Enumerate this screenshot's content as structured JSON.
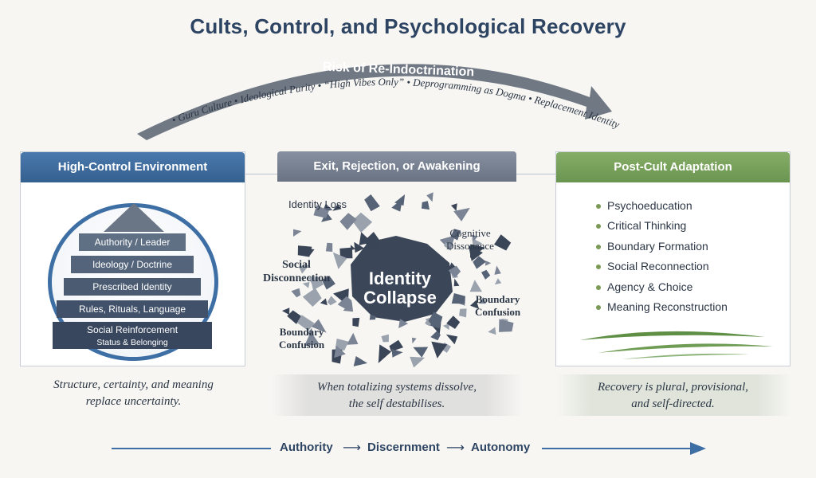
{
  "title": "Cults, Control, and Psychological Recovery",
  "arc": {
    "label": "Risk of Re-Indoctrination",
    "path_text": "• Guru Culture • Ideological Purity • “High Vibes Only” • Deprogramming as Dogma • Replacement Identity"
  },
  "panels": [
    {
      "title": "High-Control Environment"
    },
    {
      "title": "Exit, Rejection, or Awakening"
    },
    {
      "title": "Post-Cult Adaptation"
    }
  ],
  "pyramid": {
    "tiers": [
      "Authority / Leader",
      "Ideology / Doctrine",
      "Prescribed Identity",
      "Rules, Rituals, Language",
      "Social Reinforcement"
    ],
    "base_sub": "Status & Belonging"
  },
  "collapse": {
    "center_line1": "Identity",
    "center_line2": "Collapse",
    "labels": {
      "identity_loss": "Identity Loss",
      "cognitive_1": "Cognitive",
      "cognitive_2": "Dissonance",
      "social_1": "Social",
      "social_2": "Disconnection",
      "boundary_r1": "Boundary",
      "boundary_r2": "Confusion",
      "boundary_l1": "Boundary",
      "boundary_l2": "Confusion"
    }
  },
  "recovery": {
    "items": [
      "Psychoeducation",
      "Critical Thinking",
      "Boundary Formation",
      "Social Reconnection",
      "Agency & Choice",
      "Meaning Reconstruction"
    ],
    "bullet_color": "#7a9a55"
  },
  "captions": {
    "left_1": "Structure, certainty, and meaning",
    "left_2": "replace uncertainty.",
    "mid_1": "When totalizing systems dissolve,",
    "mid_2": "the self destabilises.",
    "right_1": "Recovery is plural, provisional,",
    "right_2": "and self-directed."
  },
  "progression": {
    "steps": [
      "Authority",
      "Discernment",
      "Autonomy"
    ]
  },
  "colors": {
    "blue": "#3d6fa5",
    "gray": "#6a7384",
    "green": "#6a9550",
    "arc": "#707884"
  }
}
